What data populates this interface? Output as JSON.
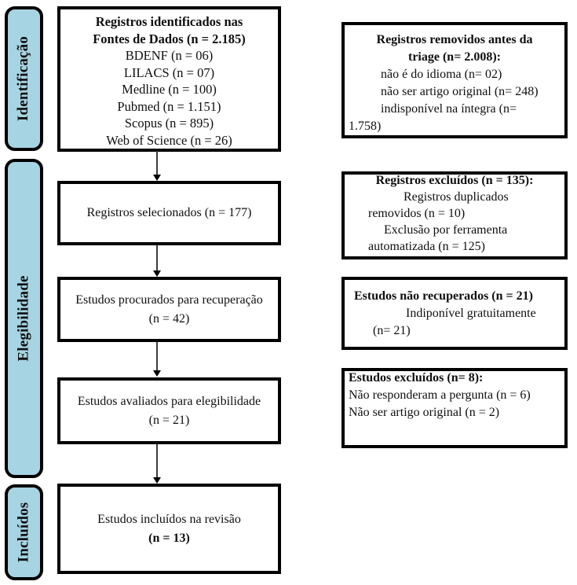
{
  "stages": [
    {
      "label": "Identificação"
    },
    {
      "label": "Elegibilidade"
    },
    {
      "label": "Incluídos"
    }
  ],
  "left_column": [
    {
      "title_lines": [
        "Registros identificados nas",
        "Fontes de Dados (n = 2.185)"
      ],
      "lines": [
        "BDENF (n = 06)",
        "LILACS (n = 07)",
        "Medline (n = 100)",
        "Pubmed (n = 1.151)",
        "Scopus (n = 895)",
        "Web of Science (n = 26)"
      ]
    },
    {
      "lines": [
        "Registros selecionados (n = 177)"
      ]
    },
    {
      "lines": [
        "Estudos procurados para recuperação",
        "(n = 42)"
      ]
    },
    {
      "lines": [
        "Estudos avaliados para elegibilidade",
        "(n = 21)"
      ]
    },
    {
      "lines": [
        "Estudos incluídos na revisão"
      ],
      "bold_tail": "(n = 13)"
    }
  ],
  "right_column": [
    {
      "title_lines": [
        "Registros removidos antes da",
        "triage (n= 2.008):"
      ],
      "lines": [
        "não é do idioma (n= 02)",
        "não ser artigo original (n= 248)",
        "indisponível na íntegra (n=",
        "1.758)"
      ]
    },
    {
      "title_lines": [
        "Registros excluídos (n = 135):"
      ],
      "lines": [
        "Registros duplicados",
        "removidos (n = 10)",
        "Exclusão por ferramenta",
        "automatizada (n = 125)"
      ]
    },
    {
      "title_lines": [
        "Estudos não recuperados (n = 21)"
      ],
      "lines": [
        "Indiponível gratuitamente",
        "(n= 21)"
      ]
    },
    {
      "title_lines": [
        "Estudos excluídos (n= 8):"
      ],
      "lines": [
        "Não responderam a pergunta (n = 6)",
        "Não ser artigo original (n = 2)"
      ]
    }
  ],
  "colors": {
    "stage_fill": "#a6d4e2",
    "box_border": "#000000",
    "arrow": "#3c3c3c"
  }
}
